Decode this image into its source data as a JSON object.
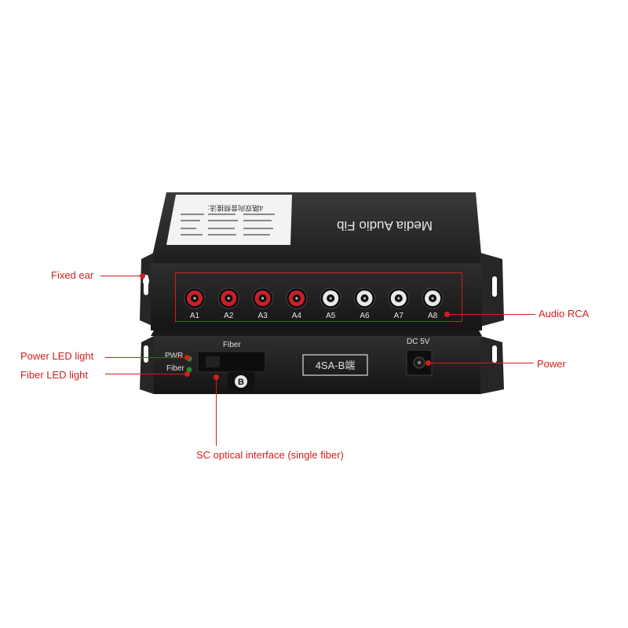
{
  "device": {
    "top_label": "Media Audio Fib",
    "sticker_title": "4路双向音频接法:",
    "ports": [
      "A1",
      "A2",
      "A3",
      "A4",
      "A5",
      "A6",
      "A7",
      "A8"
    ],
    "pwr_label": "PWR",
    "fiber_led_label": "Fiber",
    "fiber_port_label": "Fiber",
    "b_badge": "B",
    "model_label": "4SA-B端",
    "dc_label": "DC 5V"
  },
  "callouts": {
    "fixed_ear": "Fixed ear",
    "audio_rca": "Audio RCA",
    "power_led": "Power LED light",
    "fiber_led": "Fiber  LED light",
    "power": "Power",
    "sc_optical": "SC optical interface (single fiber)"
  },
  "colors": {
    "accent": "#d21e1e",
    "device_body": "#2b2b2b",
    "rca_red": "#c8202a",
    "rca_white": "#e8e8e8"
  }
}
